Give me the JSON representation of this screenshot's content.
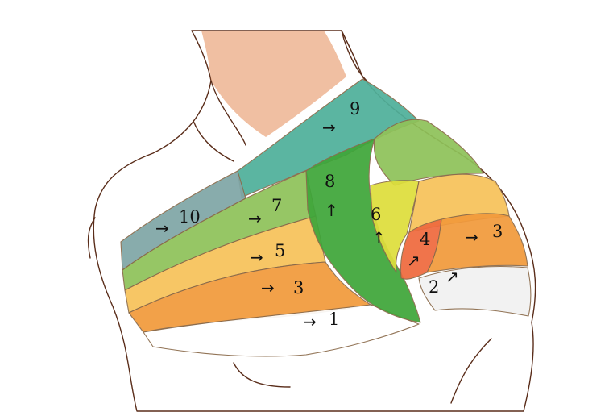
{
  "colors": {
    "skin": "#f5a36a",
    "skin_shadow": "#e08650",
    "band_teal": "#4fb09a",
    "band_slate": "#7fa6a6",
    "band_lightgreen": "#8fc25a",
    "band_green": "#3fa63a",
    "band_yellow": "#dede3c",
    "band_lightorange": "#f7c25a",
    "band_orange": "#f29a3c",
    "band_red": "#ef6a3e",
    "band_white": "#ffffff",
    "band_grey": "#e6e6e6"
  },
  "labels": {
    "l1": "1",
    "l2": "2",
    "l3a": "3",
    "l3b": "3",
    "l4": "4",
    "l5": "5",
    "l6": "6",
    "l7": "7",
    "l8": "8",
    "l9": "9",
    "l10": "10"
  },
  "arrows": {
    "right": "→",
    "up": "↑",
    "upright": "↗"
  }
}
